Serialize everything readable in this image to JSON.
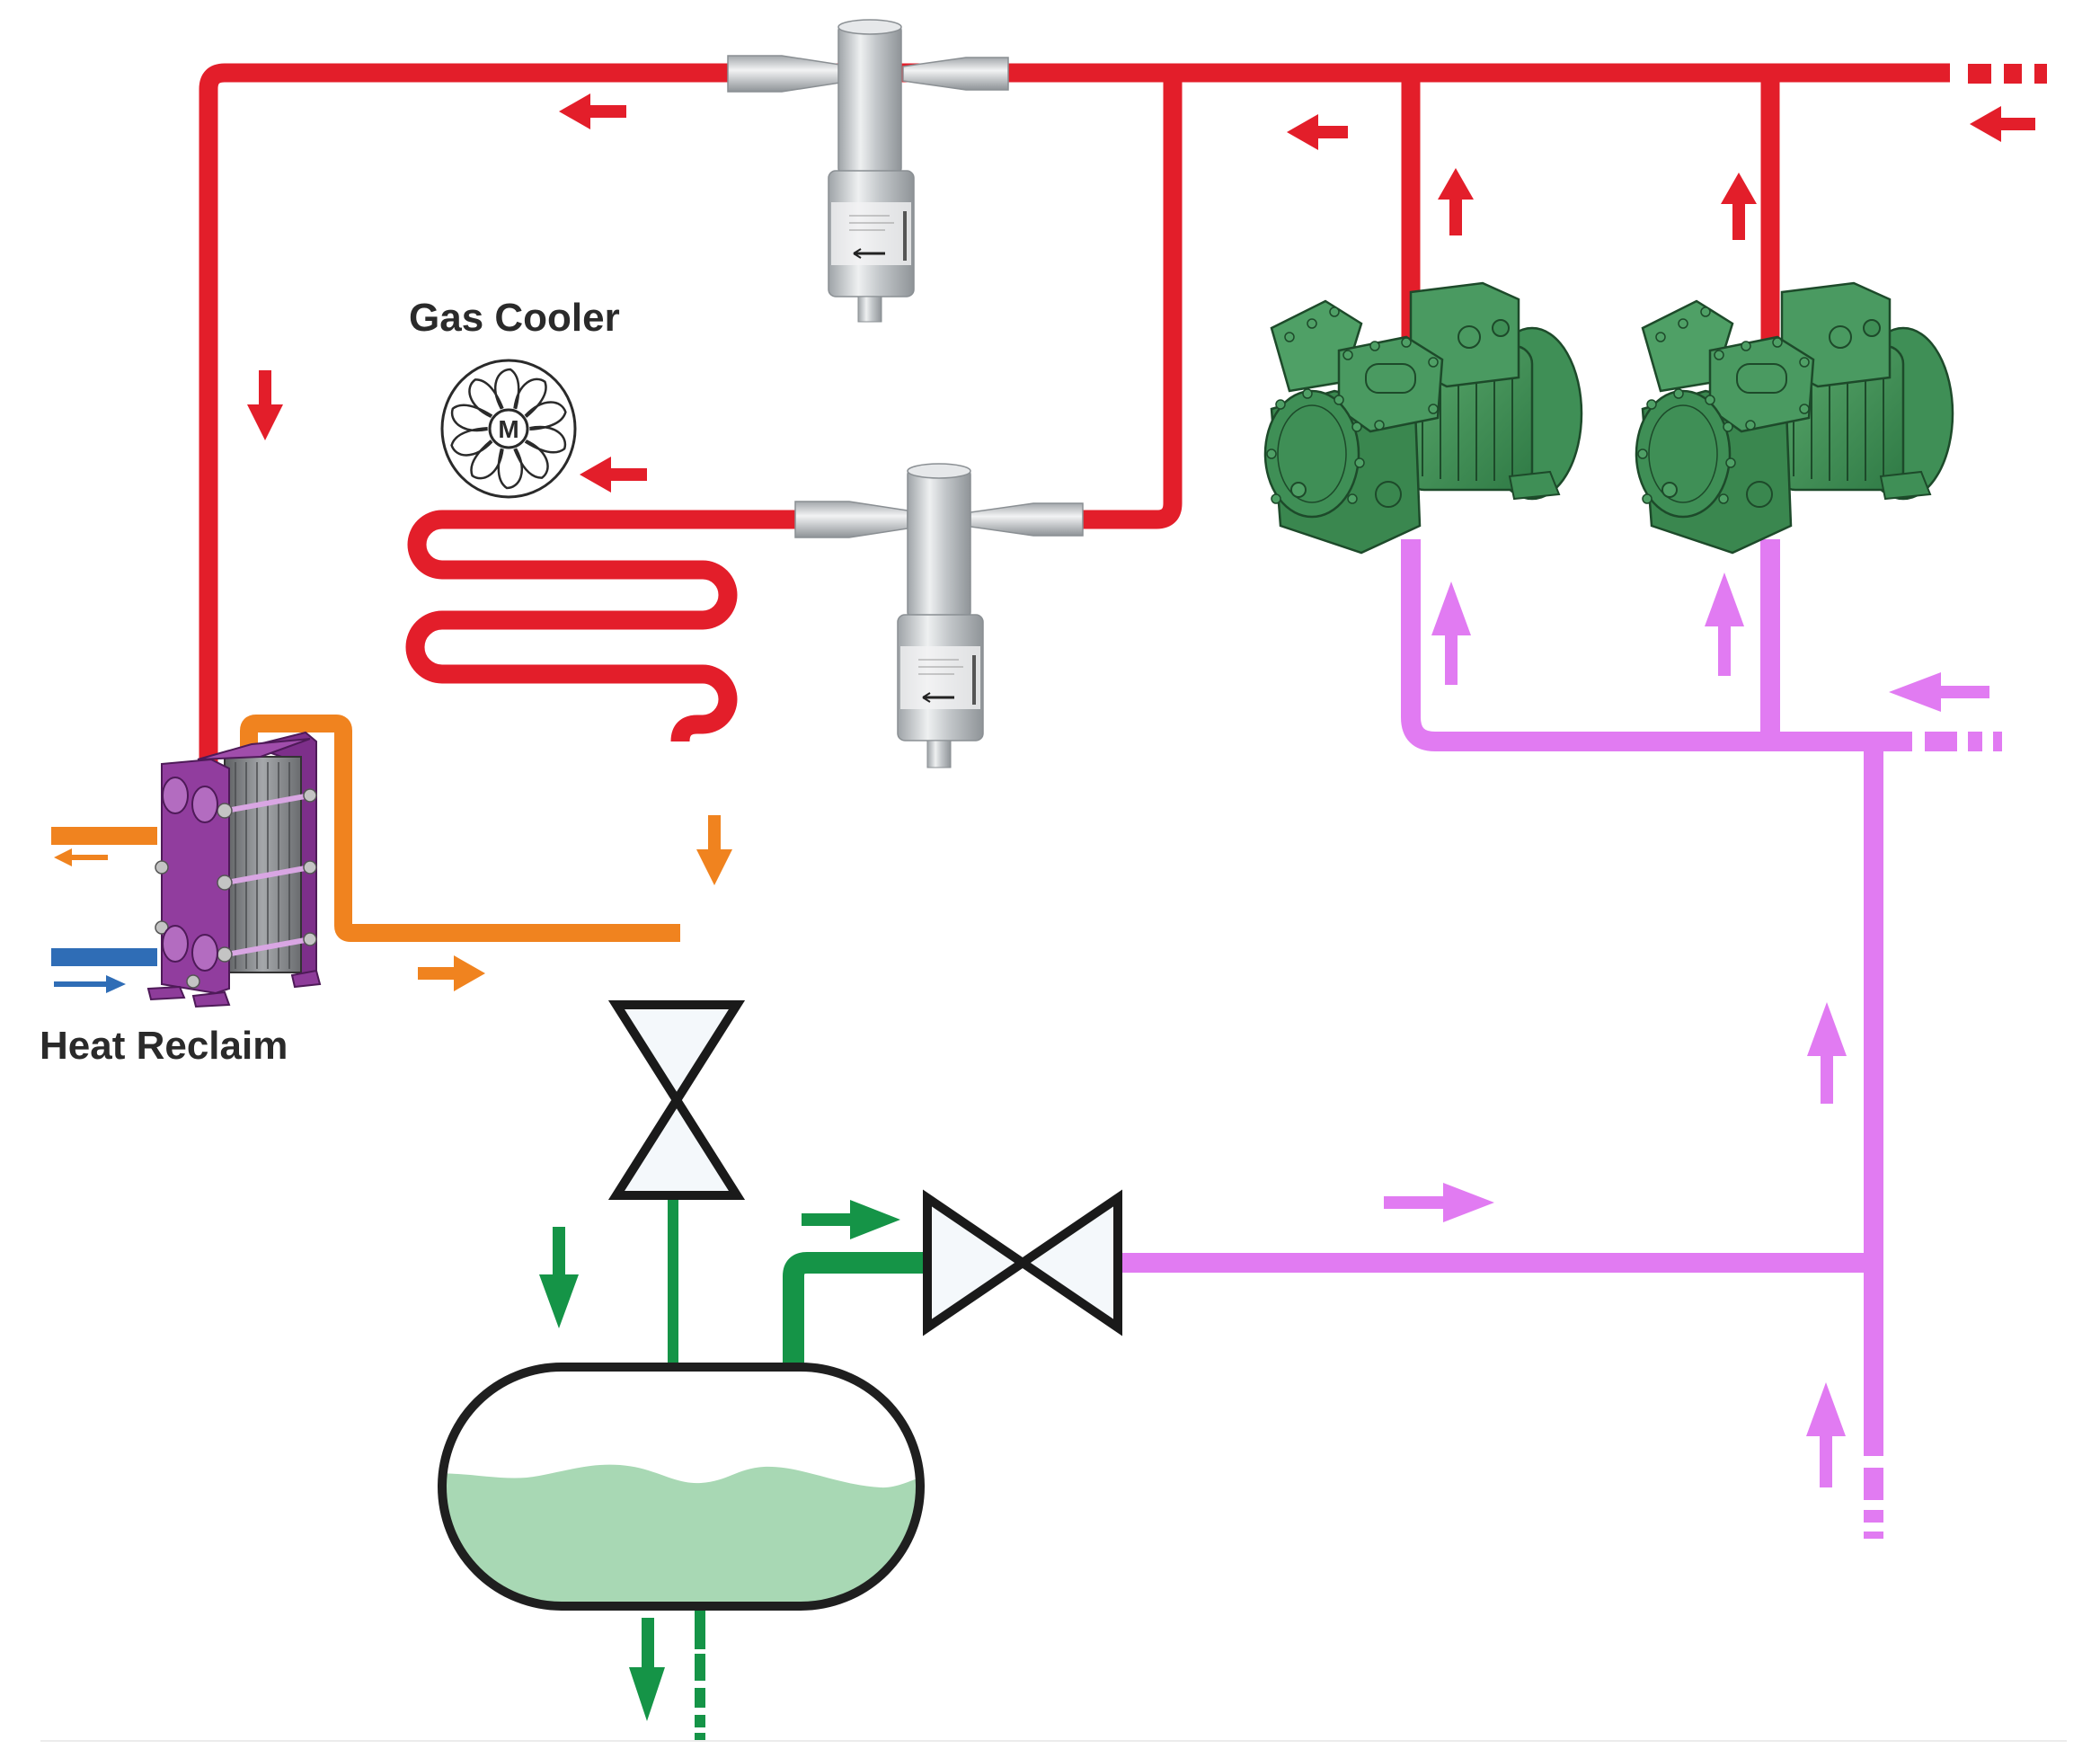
{
  "title": "CO2 transcritical refrigeration system with heat reclaim",
  "labels": {
    "gas_cooler": "Gas Cooler",
    "heat_reclaim": "Heat Reclaim",
    "fan_motor": "M"
  },
  "colors": {
    "hot_gas": "#e31e2a",
    "heat_reclaim_line": "#f0831f",
    "water_inlet": "#2f6db6",
    "liquid_line": "#159447",
    "suction_line": "#e17bf2",
    "receiver_liquid": "#a8d8b4",
    "compressor_body": "#3f8f56",
    "heat_exchanger_frame": "#8e3c9a",
    "valve_body": "#c9ccce",
    "symbol_outline": "#1a1a1a",
    "background": "#ffffff"
  },
  "components": [
    {
      "id": "high-pressure-valve",
      "type": "electronic-expansion-valve",
      "line": "hot_gas"
    },
    {
      "id": "heat-reclaim-valve",
      "type": "electronic-expansion-valve",
      "line": "hot_gas"
    },
    {
      "id": "compressor-1",
      "type": "semi-hermetic-compressor"
    },
    {
      "id": "compressor-2",
      "type": "semi-hermetic-compressor"
    },
    {
      "id": "gas-cooler",
      "type": "coil-with-fan",
      "label_ref": "gas_cooler"
    },
    {
      "id": "heat-reclaim-exchanger",
      "type": "plate-heat-exchanger",
      "label_ref": "heat_reclaim"
    },
    {
      "id": "expansion-valve",
      "type": "valve-symbol"
    },
    {
      "id": "flash-gas-valve",
      "type": "valve-symbol"
    },
    {
      "id": "receiver",
      "type": "liquid-receiver"
    }
  ],
  "flow_arrows": {
    "hot_gas": [
      "left",
      "left",
      "left",
      "down",
      "left",
      "up",
      "up"
    ],
    "heat_reclaim_line": [
      "down",
      "right",
      "left"
    ],
    "water_inlet": [
      "right"
    ],
    "liquid_line": [
      "down",
      "right",
      "down"
    ],
    "suction_line": [
      "up",
      "up",
      "left",
      "up",
      "right",
      "up"
    ]
  }
}
